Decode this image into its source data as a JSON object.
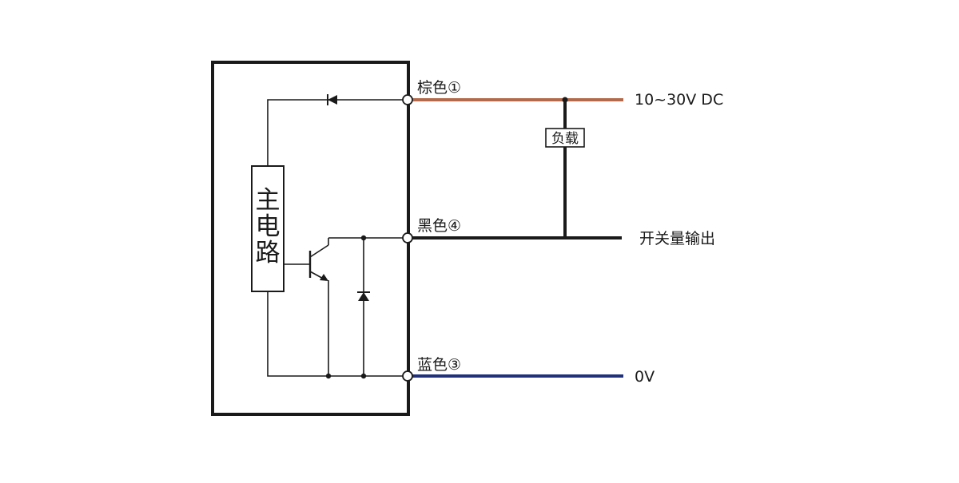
{
  "diagram": {
    "main_circuit": {
      "label_chars": [
        "主",
        "电",
        "路"
      ]
    },
    "terminals": [
      {
        "label": "棕色①",
        "wire_color": "#b36a4c",
        "output": "10~30V DC"
      },
      {
        "label": "黑色④",
        "wire_color": "#1a1a1a",
        "output": "开关量输出"
      },
      {
        "label": "蓝色③",
        "wire_color": "#20307a",
        "output": "0V"
      }
    ],
    "load": {
      "label": "负载"
    }
  }
}
